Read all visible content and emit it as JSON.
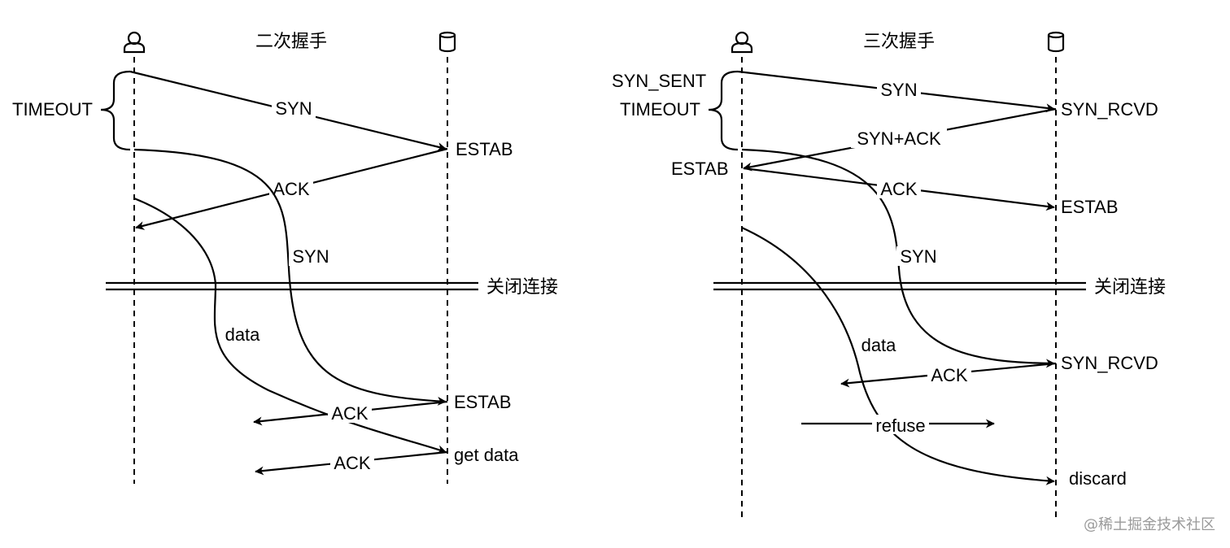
{
  "left": {
    "title": "二次握手",
    "timeout": "TIMEOUT",
    "syn": "SYN",
    "estab1": "ESTAB",
    "ack1": "ACK",
    "syn_retry": "SYN",
    "close": "关闭连接",
    "data": "data",
    "ack2": "ACK",
    "estab2": "ESTAB",
    "ack3": "ACK",
    "get_data": "get data"
  },
  "right": {
    "title": "三次握手",
    "syn_sent": "SYN_SENT",
    "timeout": "TIMEOUT",
    "syn": "SYN",
    "syn_rcvd1": "SYN_RCVD",
    "synack": "SYN+ACK",
    "estab_client": "ESTAB",
    "ack1": "ACK",
    "estab_server": "ESTAB",
    "syn_retry": "SYN",
    "close": "关闭连接",
    "data": "data",
    "ack2": "ACK",
    "syn_rcvd2": "SYN_RCVD",
    "refuse": "refuse",
    "discard": "discard"
  },
  "watermark": "@稀土掘金技术社区",
  "icons": {
    "client": "user-icon",
    "server": "database-icon"
  },
  "colors": {
    "stroke": "#000000",
    "watermark": "#9a9a9a"
  }
}
